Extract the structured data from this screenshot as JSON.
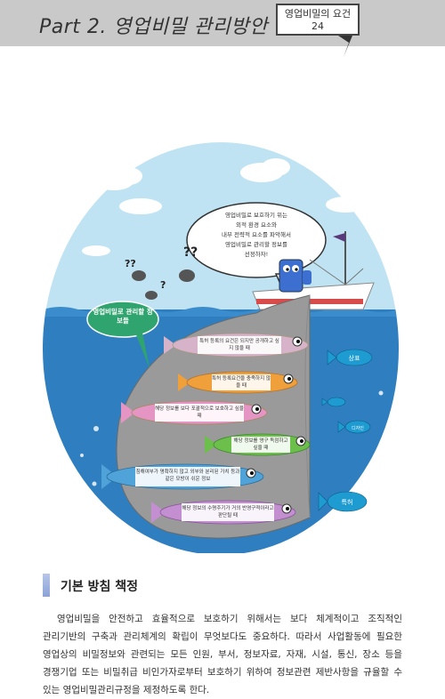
{
  "header": {
    "title": "Part 2. 영업비밀 관리방안",
    "badge_label": "영업비밀의 요건",
    "badge_page": "24"
  },
  "illustration": {
    "speech_bubble": [
      "영업비밀로 보호하기 위는",
      "외적 환경 요소와",
      "내부 전략적 요소를 파악해서",
      "영업비밀로 관리할 정보를",
      "선정하자!"
    ],
    "callout": "영업비밀로 관리할 정보들",
    "question_marks": [
      "??",
      "??",
      "?"
    ],
    "fish_labels": [
      "특허 등록의 요건은 되지만 공개하고 싶지 않을 때",
      "특허 등록요건을 충족하지 않을 때",
      "해당 정보를 보다 포괄적으로 보호하고 싶을 때",
      "해당 정보를 영구 독점하고 싶을 때",
      "침해여부가 명확하지 않고 외부와 분리된 가치 등과 같은 모방이 쉬운 정보",
      "해당 정보의 수명주기가 거의 반영구적이라고 판단될 때"
    ],
    "sea_labels": [
      "상표",
      "디자인",
      "특허"
    ]
  },
  "section": {
    "heading": "기본 방침 책정",
    "paragraph": "영업비밀을 안전하고 효율적으로 보호하기 위해서는 보다 체계적이고 조직적인 관리기반의 구축과 관리체계의 확립이 무엇보다도 중요하다. 따라서 사업활동에 필요한 영업상의 비밀정보와 관련되는 모든 인원, 부서, 정보자료, 자재, 시설, 통신, 장소 등을 경쟁기업 또는 비밀취급 비인가자로부터 보호하기 위하여 정보관련 제반사항을 규율할 수 있는 영업비밀관리규정을 제정하도록 한다."
  },
  "colors": {
    "sky": "#bfe3f2",
    "sea": "#2f7fc0",
    "shark": "#9a9a9a",
    "callout": "#2fa46e"
  }
}
